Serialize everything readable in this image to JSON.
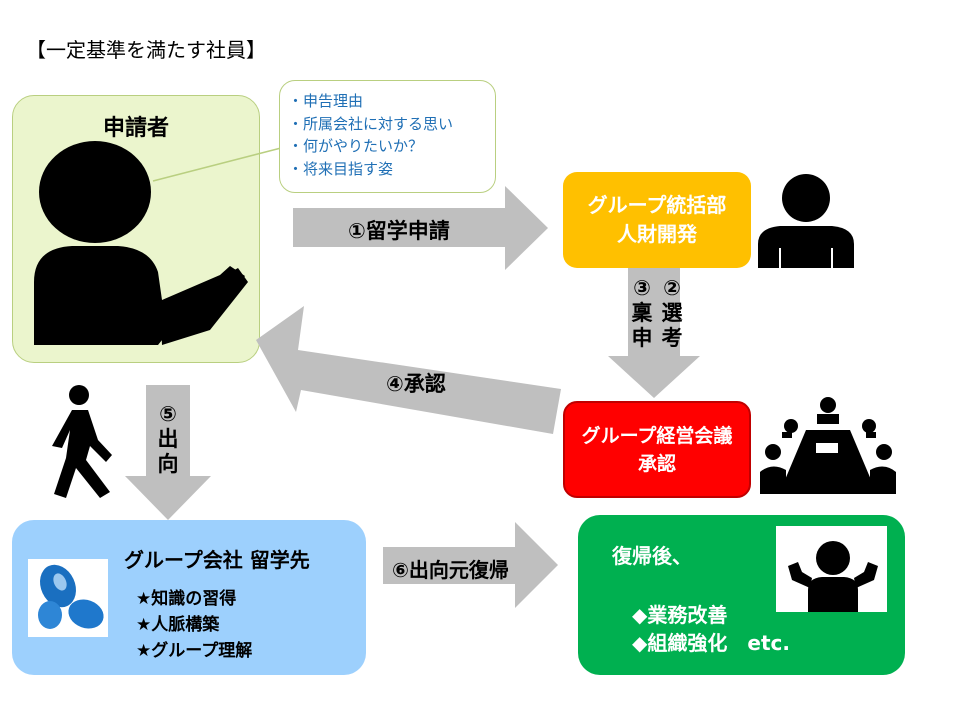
{
  "title": "【一定基準を満たす社員】",
  "applicant": {
    "label": "申請者",
    "thoughts": [
      "・申告理由",
      "・所属会社に対する思い",
      "・何がやりたいか？",
      "・将来目指す姿"
    ]
  },
  "hq": {
    "line1": "グループ統括部",
    "line2": "人財開発"
  },
  "council": {
    "line1": "グループ経営会議",
    "line2": "承認"
  },
  "destination": {
    "title": "グループ会社 留学先",
    "items": [
      "★知識の習得",
      "★人脈構築",
      "★グループ理解"
    ]
  },
  "return": {
    "title": "復帰後、",
    "items": [
      "◆業務改善",
      "◆組織強化　etc."
    ]
  },
  "arrows": {
    "step1": "①留学申請",
    "step2": [
      "②",
      "選",
      "考"
    ],
    "step3": [
      "③",
      "稟",
      "申"
    ],
    "step4": "④承認",
    "step5": [
      "⑤",
      "出",
      "向"
    ],
    "step6": "⑥出向元復帰"
  },
  "icons": [
    "applicant-person-icon",
    "hq-person-icon",
    "meeting-table-icon",
    "walking-person-icon",
    "company-logo-icon",
    "flexing-person-icon"
  ],
  "colors": {
    "arrow": "#bfbfbf",
    "hq": "#ffc000",
    "council": "#ff0000",
    "destination": "#9dd0fd",
    "return": "#00b050",
    "applicant": "#ebf5cd"
  }
}
